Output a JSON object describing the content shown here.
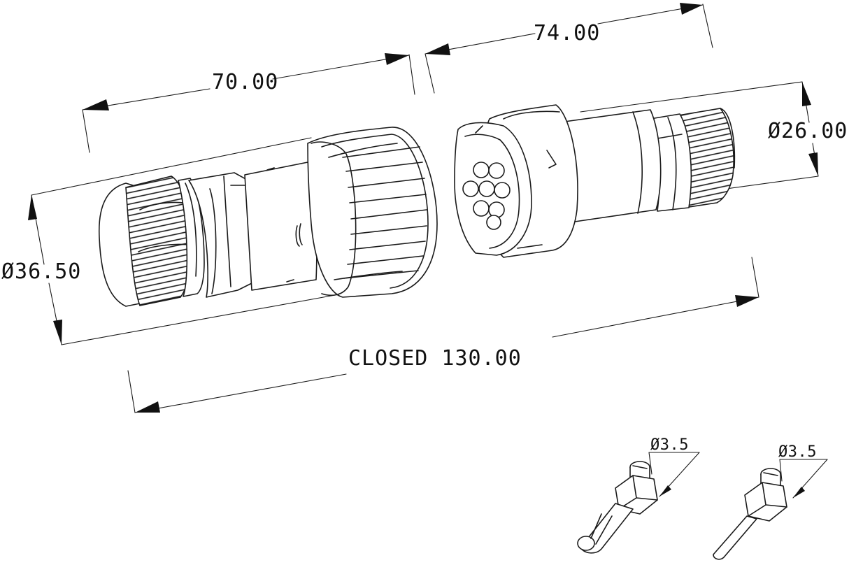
{
  "dimensions": {
    "left_length": "70.00",
    "right_length": "74.00",
    "left_diameter": "Ø36.50",
    "right_diameter": "Ø26.00",
    "closed_length": "CLOSED 130.00",
    "pin_a_diameter": "Ø3.5",
    "pin_b_diameter": "Ø3.5"
  },
  "colors": {
    "line": "#1a1a1a",
    "background": "#ffffff"
  }
}
